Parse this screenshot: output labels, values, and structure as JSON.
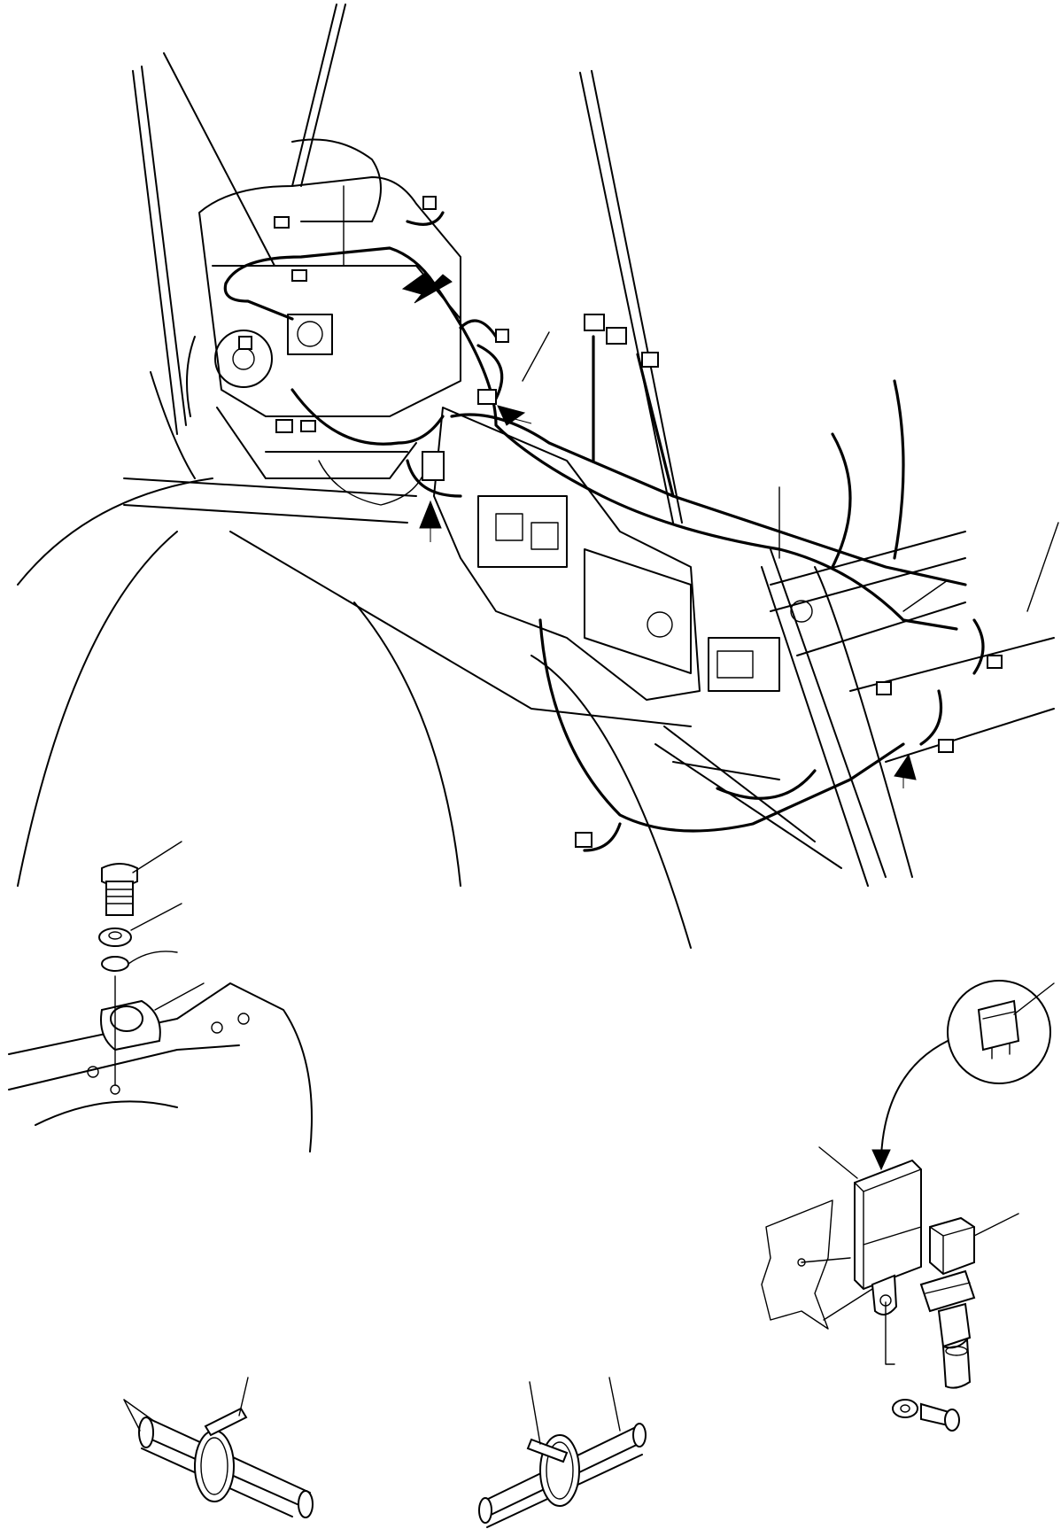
{
  "figure": {
    "description_visible_text": "",
    "leader_lines_unlabeled": true
  },
  "parts": [
    {
      "name": "main-wiring-harness"
    },
    {
      "name": "clamp-bolt"
    },
    {
      "name": "washer"
    },
    {
      "name": "cable-clamp"
    },
    {
      "name": "fuse"
    },
    {
      "name": "fuse-box"
    },
    {
      "name": "relay"
    },
    {
      "name": "mounting-bracket"
    },
    {
      "name": "cable-tie"
    }
  ],
  "colors": {
    "line": "#000000",
    "background": "#ffffff"
  }
}
